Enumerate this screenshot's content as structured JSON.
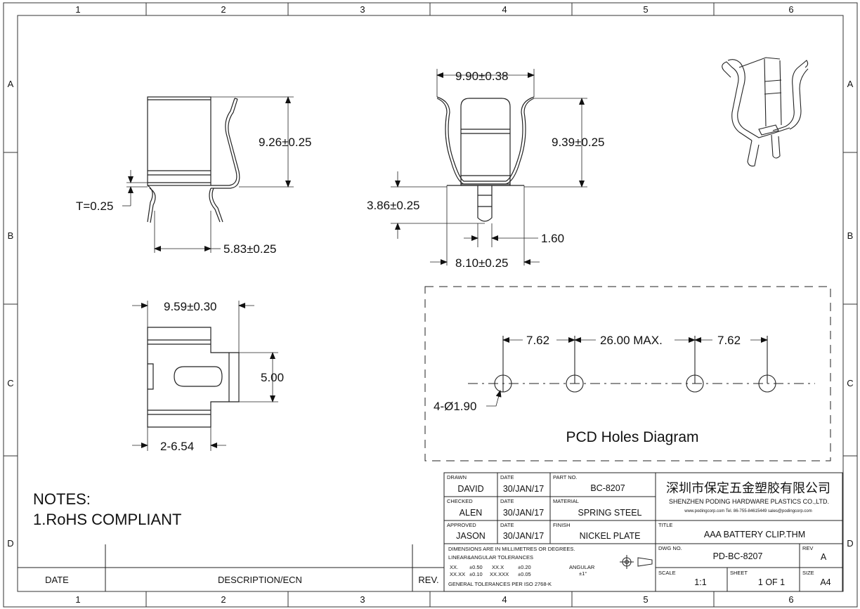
{
  "zones": {
    "columns": [
      "1",
      "2",
      "3",
      "4",
      "5",
      "6"
    ],
    "rows": [
      "A",
      "B",
      "C",
      "D"
    ]
  },
  "side_view": {
    "height": "9.26±0.25",
    "thickness": "T=0.25",
    "width": "5.83±0.25"
  },
  "front_view": {
    "top_width": "9.90±0.38",
    "height": "9.39±0.25",
    "pin_length": "3.86±0.25",
    "pin_width": "1.60",
    "bottom_width": "8.10±0.25"
  },
  "bottom_view": {
    "width": "9.59±0.30",
    "tab_height": "5.00",
    "tab_width": "2-6.54"
  },
  "pcd": {
    "pitch_left": "7.62",
    "span": "26.00 MAX.",
    "pitch_right": "7.62",
    "holes": "4-Ø1.90",
    "title": "PCD Holes Diagram"
  },
  "notes": {
    "heading": "NOTES:",
    "item1": "1.RoHS COMPLIANT"
  },
  "revision_block": {
    "date_header": "DATE",
    "description_header": "DESCRIPTION/ECN",
    "rev_header": "REV."
  },
  "title_block": {
    "drawn_label": "DRAWN",
    "drawn": "DAVID",
    "checked_label": "CHECKED",
    "checked": "ALEN",
    "approved_label": "APPROVED",
    "approved": "JASON",
    "date_label": "DATE",
    "drawn_date": "30/JAN/17",
    "checked_date": "30/JAN/17",
    "approved_date": "30/JAN/17",
    "part_no_label": "PART NO.",
    "part_no": "BC-8207",
    "material_label": "MATERIAL",
    "material": "SPRING STEEL",
    "finish_label": "FINISH",
    "finish": "NICKEL PLATE",
    "company_cn": "深圳市保定五金塑胶有限公司",
    "company_en": "SHENZHEN PODING HARDWARE PLASTICS CO.,LTD.",
    "contact": "www.podingcorp.com   Tel. 86-755-84615449   sales@podingcorp.com",
    "title_label": "TITLE",
    "title": "AAA BATTERY CLIP.THM",
    "dims_note": "DIMENSIONS ARE IN MILLIMETRES OR DEGREES.",
    "tol_label": "LINEAR&ANGULAR TOLERANCES",
    "tol_xx": "XX.",
    "tol_xx_val": "±0.50",
    "tol_xxx": "XX.X",
    "tol_xxx_val": "±0.20",
    "tol_xxxx": "XX.XX",
    "tol_xxxx_val": "±0.10",
    "tol_xxxxx": "XX.XXX",
    "tol_xxxxx_val": "±0.05",
    "angular_label": "ANGULAR",
    "angular_val": "±1°",
    "general_tol": "GENERAL TOLERANCES PER ISO 2768-K",
    "dwg_no_label": "DWG NO.",
    "dwg_no": "PD-BC-8207",
    "rev_label": "REV",
    "rev": "A",
    "scale_label": "SCALE",
    "scale": "1:1",
    "sheet_label": "SHEET",
    "sheet": "1 OF 1",
    "size_label": "SIZE",
    "size": "A4"
  }
}
